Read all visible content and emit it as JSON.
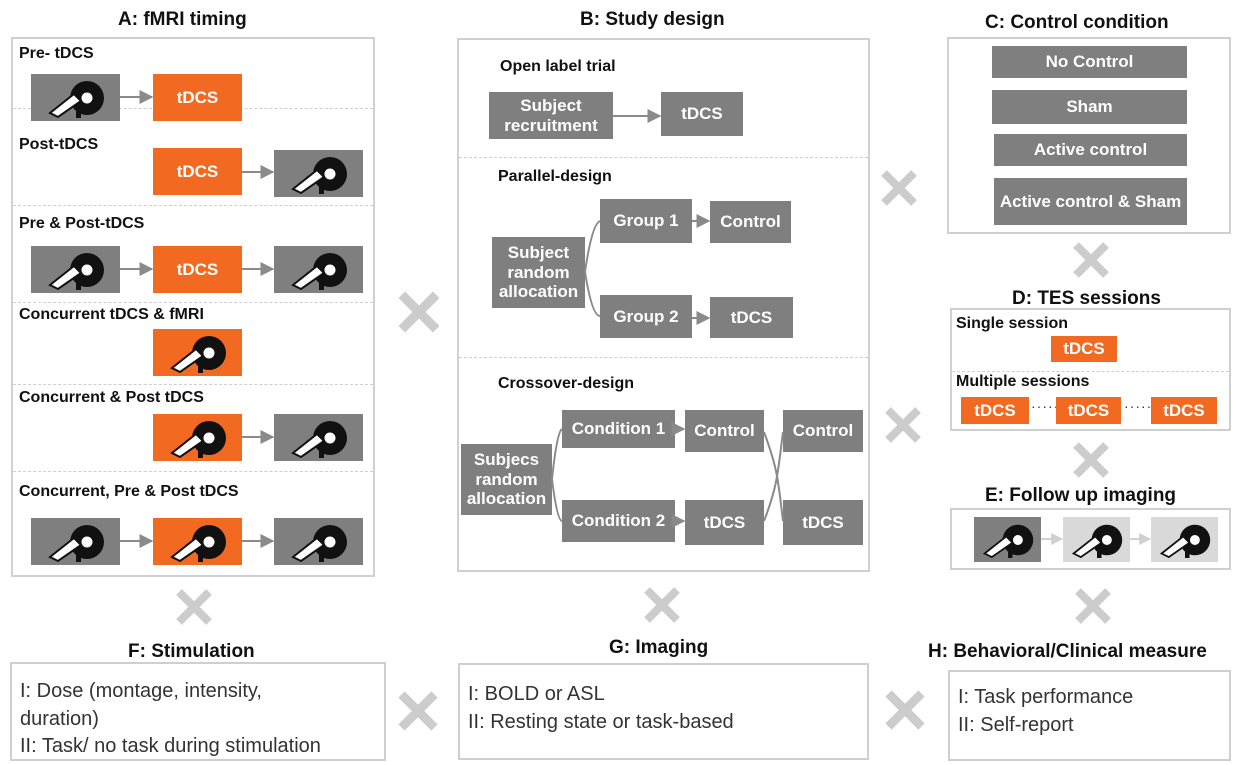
{
  "titles": {
    "a": "A: fMRI timing",
    "b": "B: Study design",
    "c": "C: Control condition",
    "d": "D: TES sessions",
    "e": "E: Follow up imaging",
    "f": "F: Stimulation",
    "g": "G: Imaging",
    "h": "H: Behavioral/Clinical measure"
  },
  "panel_a": {
    "rows": [
      "Pre- tDCS",
      "Post-tDCS",
      "Pre & Post-tDCS",
      "Concurrent tDCS & fMRI",
      "Concurrent & Post tDCS",
      "Concurrent, Pre & Post tDCS"
    ],
    "tdcs": "tDCS"
  },
  "panel_b": {
    "open_label": {
      "heading": "Open label trial",
      "subject": "Subject recruitment",
      "tdcs": "tDCS"
    },
    "parallel": {
      "heading": "Parallel-design",
      "subject": "Subject random allocation",
      "group1": "Group 1",
      "group2": "Group 2",
      "control": "Control",
      "tdcs": "tDCS"
    },
    "crossover": {
      "heading": "Crossover-design",
      "subject": "Subjecs random allocation",
      "cond1": "Condition 1",
      "cond2": "Condition 2",
      "control_a": "Control",
      "tdcs_a": "tDCS",
      "control_b": "Control",
      "tdcs_b": "tDCS"
    }
  },
  "panel_c": {
    "items": [
      "No Control",
      "Sham",
      "Active control",
      "Active control & Sham"
    ]
  },
  "panel_d": {
    "single": "Single session",
    "multiple": "Multiple sessions",
    "tdcs": "tDCS",
    "dots": "·····"
  },
  "panel_f": {
    "lines": [
      "I: Dose (montage, intensity,",
      "duration)",
      "II: Task/ no task during stimulation"
    ]
  },
  "panel_g": {
    "lines": [
      "I: BOLD or ASL",
      "II: Resting state or task-based"
    ]
  },
  "panel_h": {
    "lines": [
      "I: Task performance",
      "II: Self-report"
    ]
  },
  "colors": {
    "orange": "#f26a21",
    "grey": "#7f7f7f",
    "light_grey": "#d9d9d9",
    "x_mark": "#cccccc"
  }
}
